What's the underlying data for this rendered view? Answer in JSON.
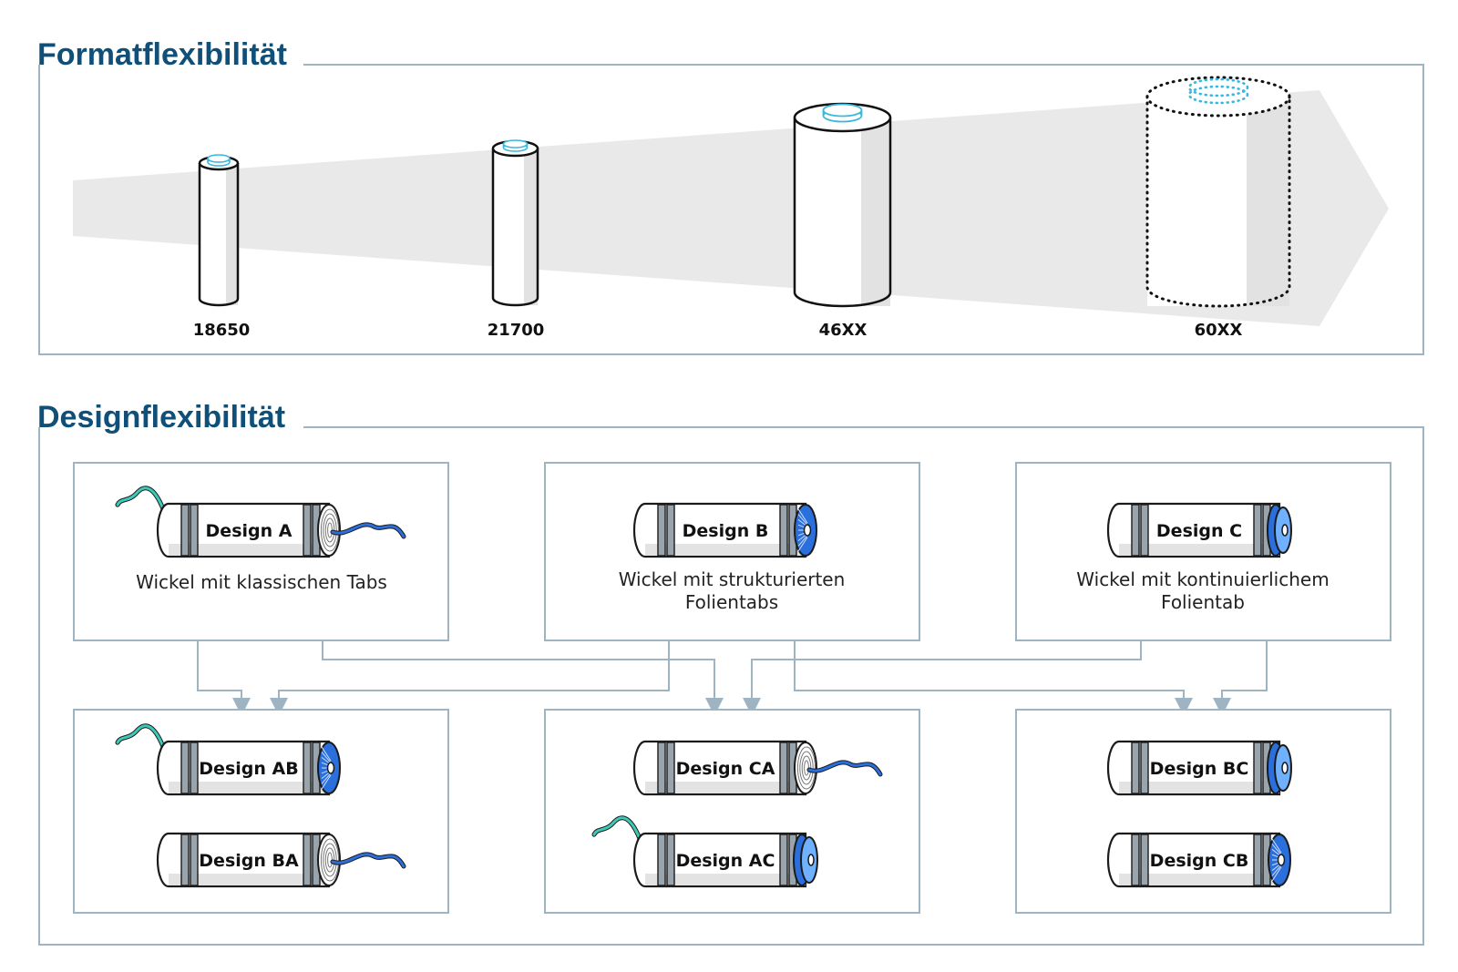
{
  "format_section": {
    "title": "Formatflexibilität",
    "cells": [
      {
        "label": "18650",
        "style": "solid"
      },
      {
        "label": "21700",
        "style": "solid"
      },
      {
        "label": "46XX",
        "style": "solid"
      },
      {
        "label": "60XX",
        "style": "dotted"
      }
    ]
  },
  "design_section": {
    "title": "Designflexibilität",
    "top_boxes": [
      {
        "design": "Design A",
        "caption_lines": [
          "Wickel mit klassischen Tabs"
        ]
      },
      {
        "design": "Design B",
        "caption_lines": [
          "Wickel mit strukturierten",
          "Folientabs"
        ]
      },
      {
        "design": "Design C",
        "caption_lines": [
          "Wickel mit kontinuierlichem",
          "Folientab"
        ]
      }
    ],
    "bottom_boxes": [
      {
        "designs": [
          "Design AB",
          "Design BA"
        ]
      },
      {
        "designs": [
          "Design CA",
          "Design AC"
        ]
      },
      {
        "designs": [
          "Design BC",
          "Design CB"
        ]
      }
    ]
  },
  "colors": {
    "title": "#0f4f78",
    "frame": "#9fb4c3",
    "tab_teal": "#3cc9b7",
    "tab_blue": "#2a6fdc",
    "connector": "#9fb4c3"
  }
}
